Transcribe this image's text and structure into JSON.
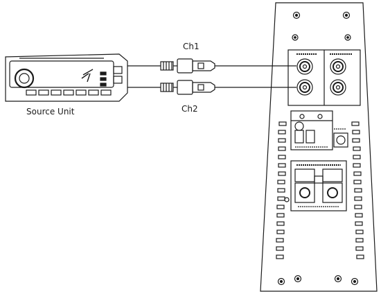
{
  "labels": {
    "channel_1": "Ch1",
    "channel_2": "Ch2",
    "source_unit": "Source Unit"
  },
  "colors": {
    "line": "#1a1a1a",
    "background": "#ffffff"
  }
}
